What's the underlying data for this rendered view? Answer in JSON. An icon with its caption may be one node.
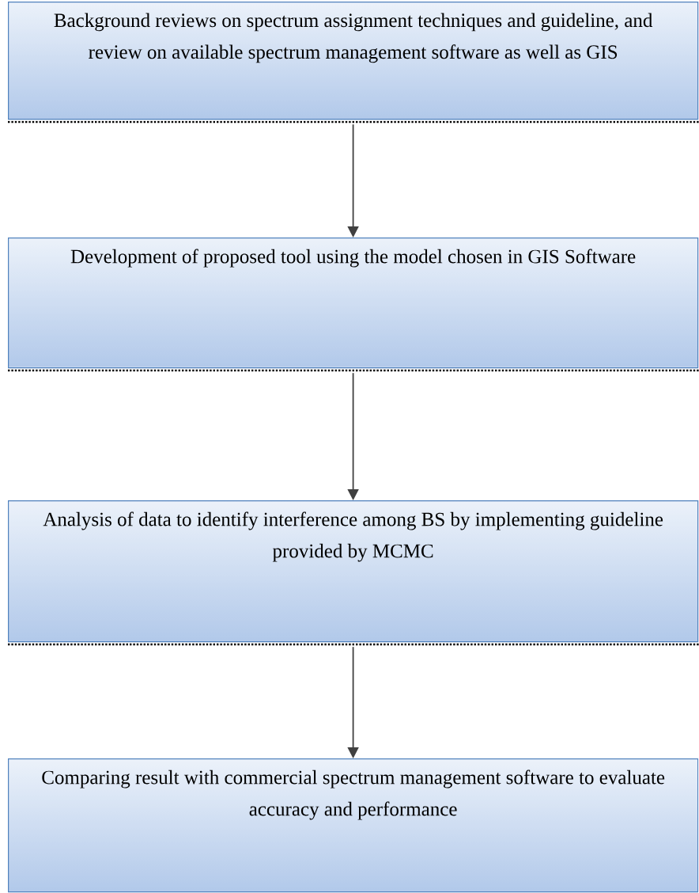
{
  "diagram": {
    "nodes": [
      {
        "text": [
          "Background reviews on spectrum assignment techniques and guideline, and review on available spectrum management software as well as GIS"
        ]
      },
      {
        "text": [
          "Development of proposed tool using the model chosen in GIS Software"
        ]
      },
      {
        "text": [
          "Analysis of data to identify interference among BS by implementing guideline provided by MCMC"
        ]
      },
      {
        "text": [
          "Comparing result with commercial spectrum management software to evaluate accuracy and performance"
        ]
      }
    ],
    "edges": [
      {
        "from": 0,
        "to": 1,
        "arrow": "to"
      },
      {
        "from": 1,
        "to": 2,
        "arrow": "to"
      },
      {
        "from": 2,
        "to": 3,
        "arrow": "to"
      }
    ]
  }
}
